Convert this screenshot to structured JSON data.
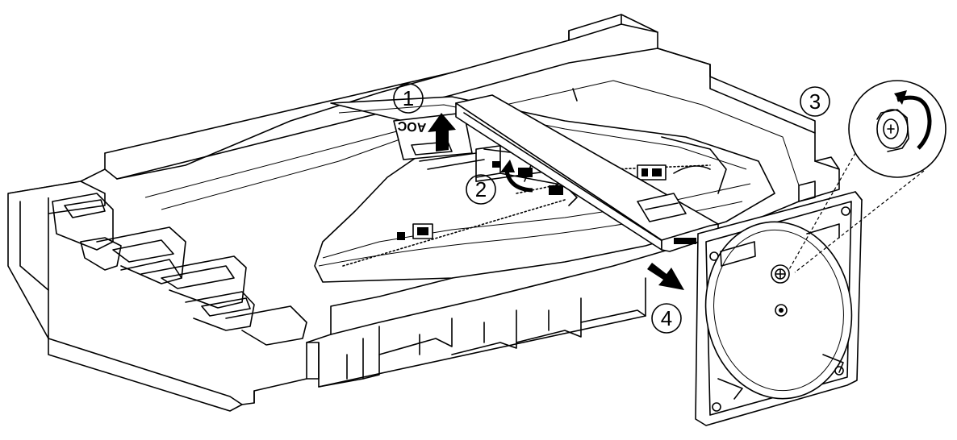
{
  "steps": [
    {
      "id": "1",
      "label": "1"
    },
    {
      "id": "2",
      "label": "2"
    },
    {
      "id": "3",
      "label": "3"
    },
    {
      "id": "4",
      "label": "4"
    }
  ],
  "brand_logo": "AOC",
  "colors": {
    "line": "#000000",
    "background": "#ffffff"
  },
  "icons": {
    "arrow_up": "arrow-up-icon",
    "rotate": "rotate-arrow-icon",
    "arrow_out": "arrow-down-right-icon",
    "screw_zoom": "screw-detail-icon"
  }
}
